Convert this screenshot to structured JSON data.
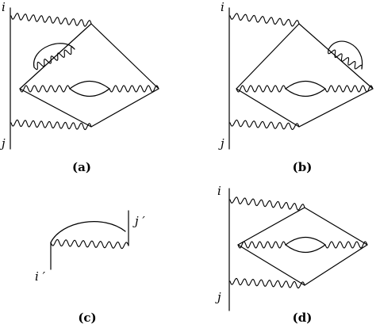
{
  "panels": {
    "a": {
      "caption": "(a)",
      "top_label": "i",
      "bottom_label": "j"
    },
    "b": {
      "caption": "(b)",
      "top_label": "i",
      "bottom_label": "j"
    },
    "c": {
      "caption": "(c)",
      "left_label": "i ′",
      "right_label": "j ′"
    },
    "d": {
      "caption": "(d)",
      "top_label": "i",
      "bottom_label": "j"
    }
  }
}
